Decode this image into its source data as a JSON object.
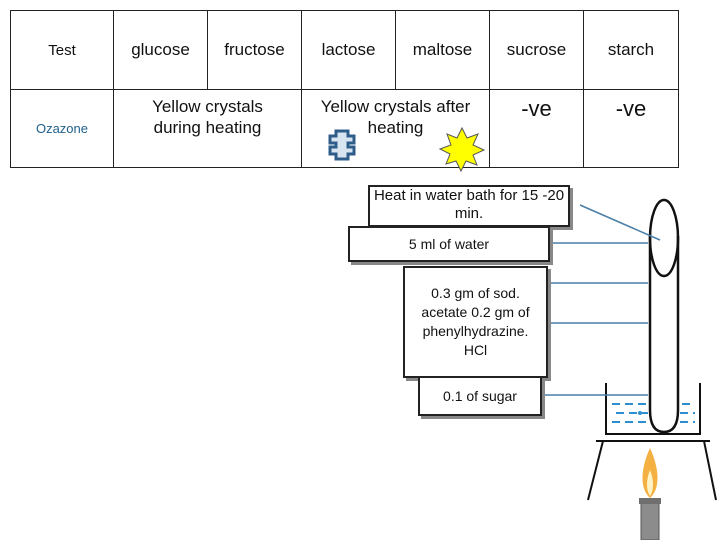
{
  "table": {
    "test_header": "Test",
    "sugars": [
      "glucose",
      "fructose",
      "lactose",
      "maltose",
      "sucrose",
      "starch"
    ],
    "row_label": "Ozazone",
    "results": {
      "glucose_fructose": "Yellow crystals during heating",
      "lactose_maltose": "Yellow crystals after heating",
      "sucrose": "-ve",
      "starch": "-ve"
    }
  },
  "steps": {
    "heat": "Heat in water bath for 15 -20 min.",
    "water": "5 ml of water",
    "reagents": "0.3 gm of sod. acetate 0.2 gm of phenylhydrazine. HCl",
    "sugar": "0.1 of sugar"
  },
  "colors": {
    "arrow": "#4a7fa8",
    "crystal_blue": "#2f5d8a",
    "crystal_blue_fill": "#d8e4f0",
    "crystal_yellow": "#ffff00",
    "water": "#2b8fd0",
    "flame": "#f4b040"
  }
}
